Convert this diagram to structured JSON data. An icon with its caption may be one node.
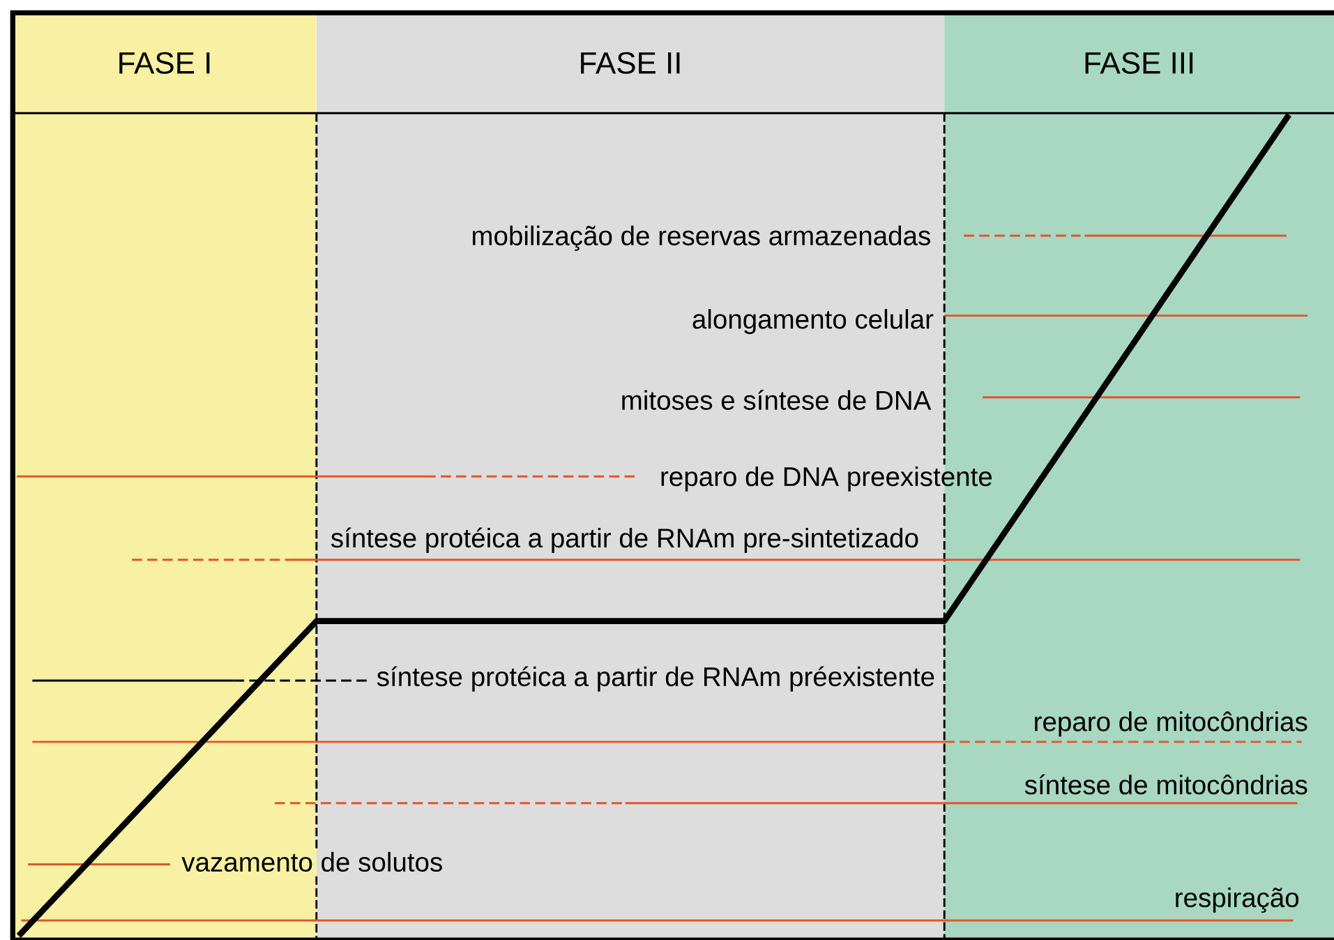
{
  "diagram": {
    "nodes": [
      {
        "text": [
          "FASE I"
        ]
      },
      {
        "text": [
          "FASE II"
        ]
      },
      {
        "text": [
          "FASE III"
        ]
      }
    ],
    "labels": [
      "mobilização de reservas armazenadas",
      "alongamento celular",
      "mitoses e síntese de DNA",
      "reparo de DNA preexistente",
      "síntese protéica a partir de RNAm pre-sintetizado",
      "síntese protéica a partir de RNAm préexistente",
      "reparo de mitocôndrias",
      "síntese de mitocôndrias",
      "vazamento de solutos",
      "respiração"
    ]
  }
}
